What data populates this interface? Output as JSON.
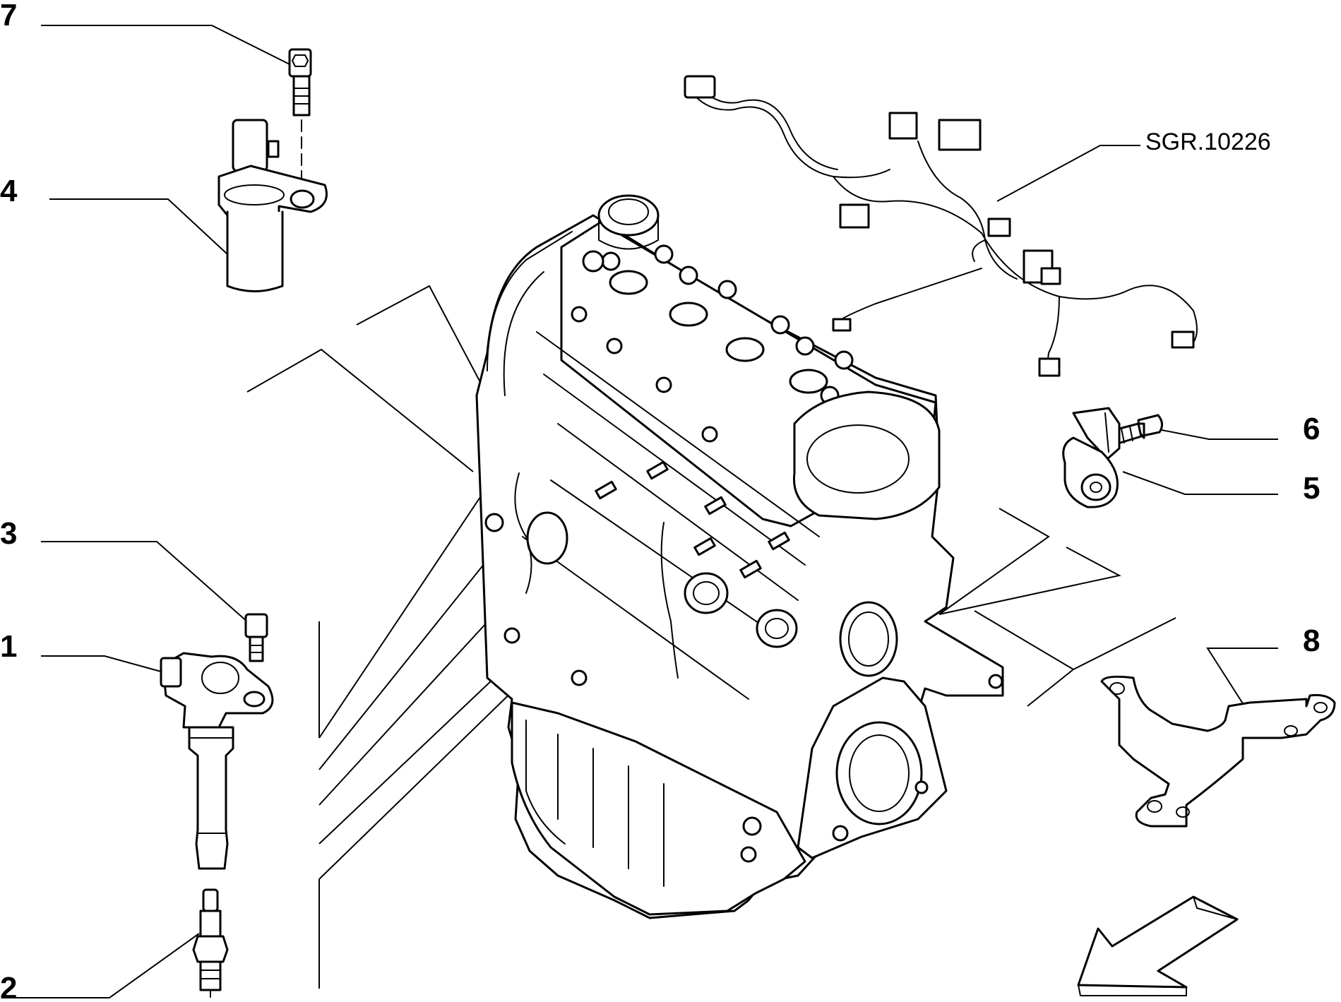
{
  "diagram": {
    "callouts": {
      "c1": "1",
      "c2": "2",
      "c3": "3",
      "c4": "4",
      "c5": "5",
      "c6": "6",
      "c7": "7",
      "c8": "8"
    },
    "reference_code": "SGR.10226"
  }
}
